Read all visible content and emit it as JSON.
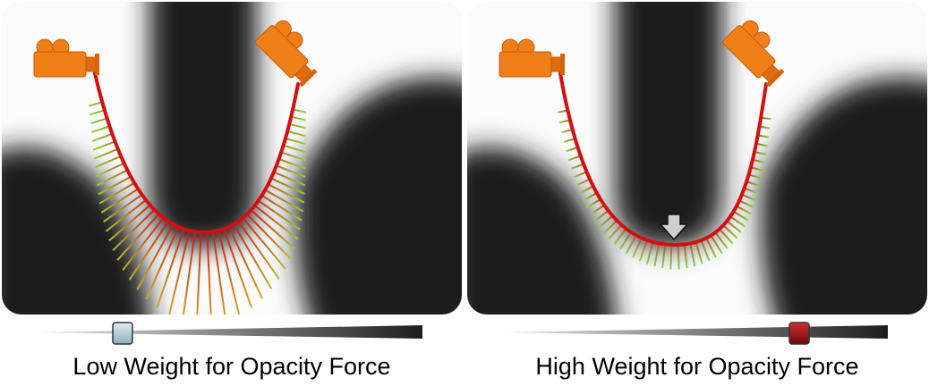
{
  "panels": [
    {
      "caption": "Low Weight for Opacity Force",
      "opacity_weight": 0.2,
      "slider_handle_color": "#a9c3cf",
      "layout_variant": "low"
    },
    {
      "caption": "High Weight for Opacity Force",
      "opacity_weight": 0.79,
      "slider_handle_color": "#b01818",
      "layout_variant": "high"
    }
  ],
  "colors": {
    "camera": "#f07f17",
    "camera_dark": "#c85a06",
    "curve": "#d40f0f",
    "ray_near": "#cc1a10",
    "ray_far": "#7fdc3a"
  },
  "icons": [
    "camera-icon",
    "down-arrow-icon"
  ]
}
